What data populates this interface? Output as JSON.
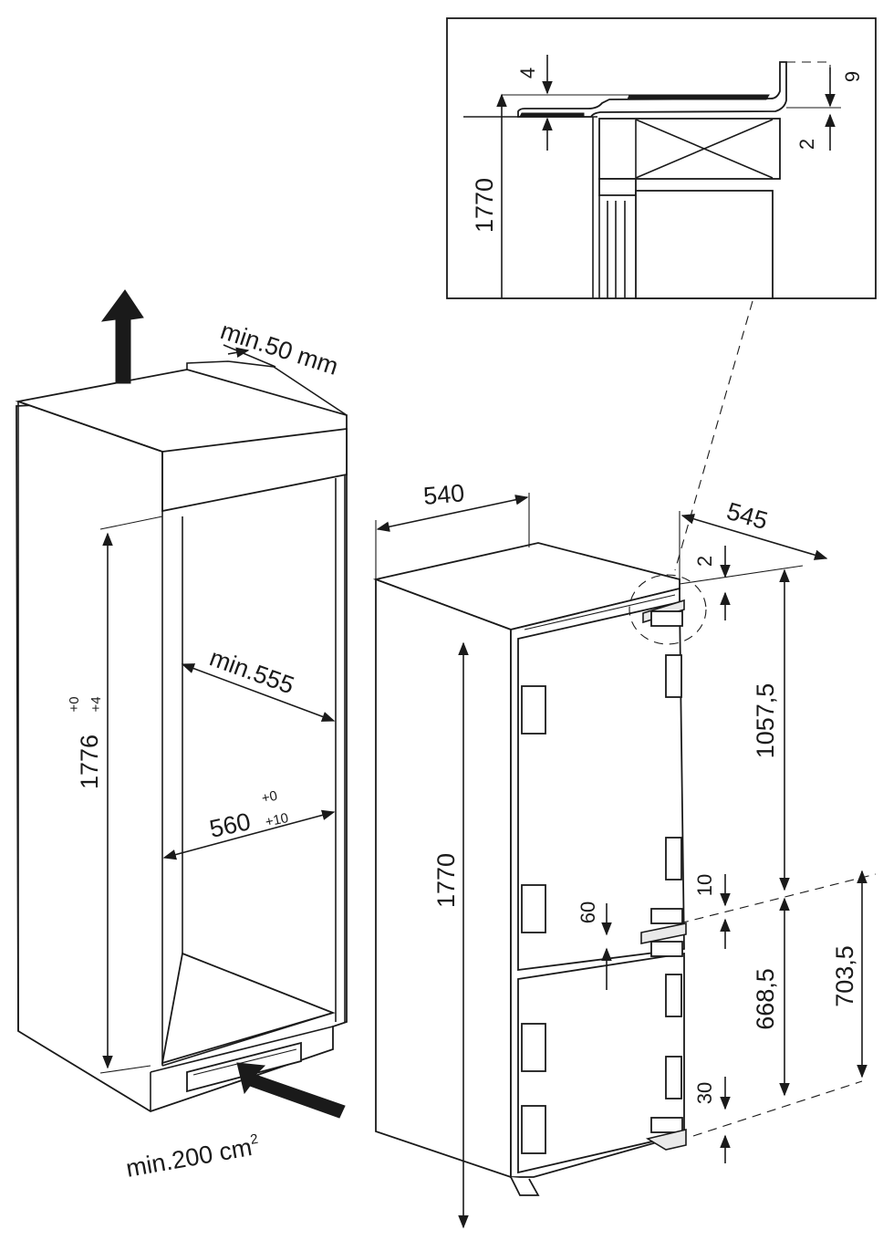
{
  "detail_inset": {
    "dim_gap_top": "4",
    "dim_height": "1770",
    "dim_offset_right": "9",
    "dim_gap_right": "2"
  },
  "niche": {
    "ventilation_top": "min.50 mm",
    "niche_height": "1776",
    "niche_height_tol_upper": "+0",
    "niche_height_tol_lower": "+4",
    "niche_depth": "min.555",
    "niche_width": "560",
    "niche_width_tol_upper": "+0",
    "niche_width_tol_lower": "+10",
    "ventilation_bottom": "min.200 cm",
    "ventilation_bottom_unit_exp": "2"
  },
  "appliance": {
    "width": "540",
    "depth": "545",
    "height": "1770",
    "gap_top": "2",
    "upper_hinge_height": "1057,5",
    "gap_mid": "10",
    "door_gap": "60",
    "lower_door_height": "668,5",
    "lower_section_height": "703,5",
    "gap_bottom": "30"
  }
}
